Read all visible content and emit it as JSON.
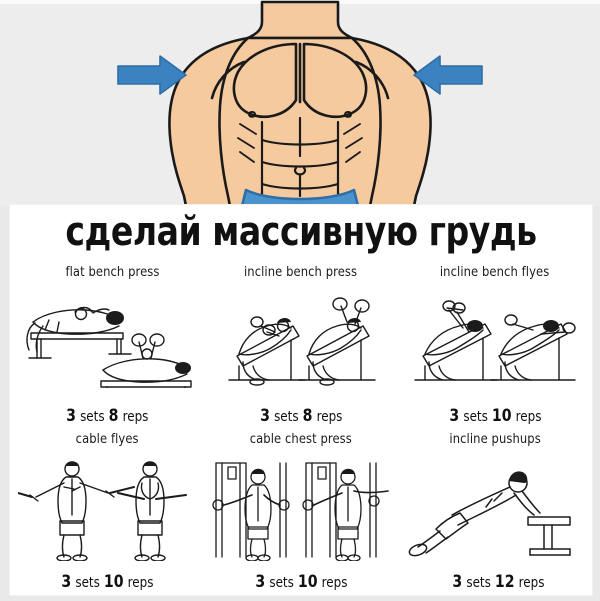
{
  "headline": "сделай массивную грудь",
  "hero": {
    "name": "muscular-male-torso-illustration",
    "skin_color": "#f6ca9f",
    "outline_color": "#1a1a1a",
    "arrow_color": "#3a82c0",
    "arrow_outline_color": "#2f6ea6",
    "waistband_color": "#4b93cd",
    "background_color": "#ededed",
    "left_arrow_label": "arrow pointing right at chest",
    "right_arrow_label": "arrow pointing left at chest"
  },
  "card": {
    "background_color": "#ffffff"
  },
  "exercises": [
    {
      "id": "flat-bench-press",
      "title": "flat bench press",
      "sets": "3",
      "sets_word": "sets",
      "reps": "8",
      "reps_word": "reps"
    },
    {
      "id": "incline-bench-press",
      "title": "incline bench press",
      "sets": "3",
      "sets_word": "sets",
      "reps": "8",
      "reps_word": "reps"
    },
    {
      "id": "incline-bench-flyes",
      "title": "incline bench flyes",
      "sets": "3",
      "sets_word": "sets",
      "reps": "10",
      "reps_word": "reps"
    },
    {
      "id": "cable-flyes",
      "title": "cable flyes",
      "sets": "3",
      "sets_word": "sets",
      "reps": "10",
      "reps_word": "reps"
    },
    {
      "id": "cable-chest-press",
      "title": "cable chest press",
      "sets": "3",
      "sets_word": "sets",
      "reps": "10",
      "reps_word": "reps"
    },
    {
      "id": "incline-pushups",
      "title": "incline pushups",
      "sets": "3",
      "sets_word": "sets",
      "reps": "12",
      "reps_word": "reps"
    }
  ]
}
